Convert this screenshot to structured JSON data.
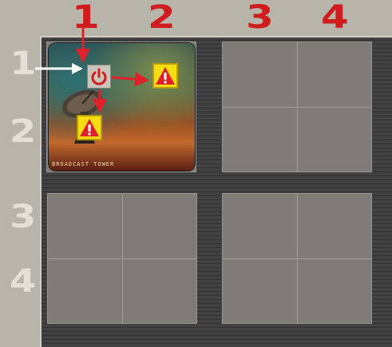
{
  "columns": [
    "1",
    "2",
    "3",
    "4"
  ],
  "rows": [
    "1",
    "2",
    "3",
    "4"
  ],
  "card": {
    "title": "BROADCAST TOWER"
  },
  "icons": {
    "power": "power-icon",
    "warning": "warning-icon",
    "pointer": "white-arrow-icon",
    "red_arrows": "red-arrow-icon"
  },
  "colors": {
    "column_labels": "#d01c1c",
    "row_labels": "#e3e0d8",
    "arrows": "#e0202a",
    "warning": "#f5dd12"
  }
}
